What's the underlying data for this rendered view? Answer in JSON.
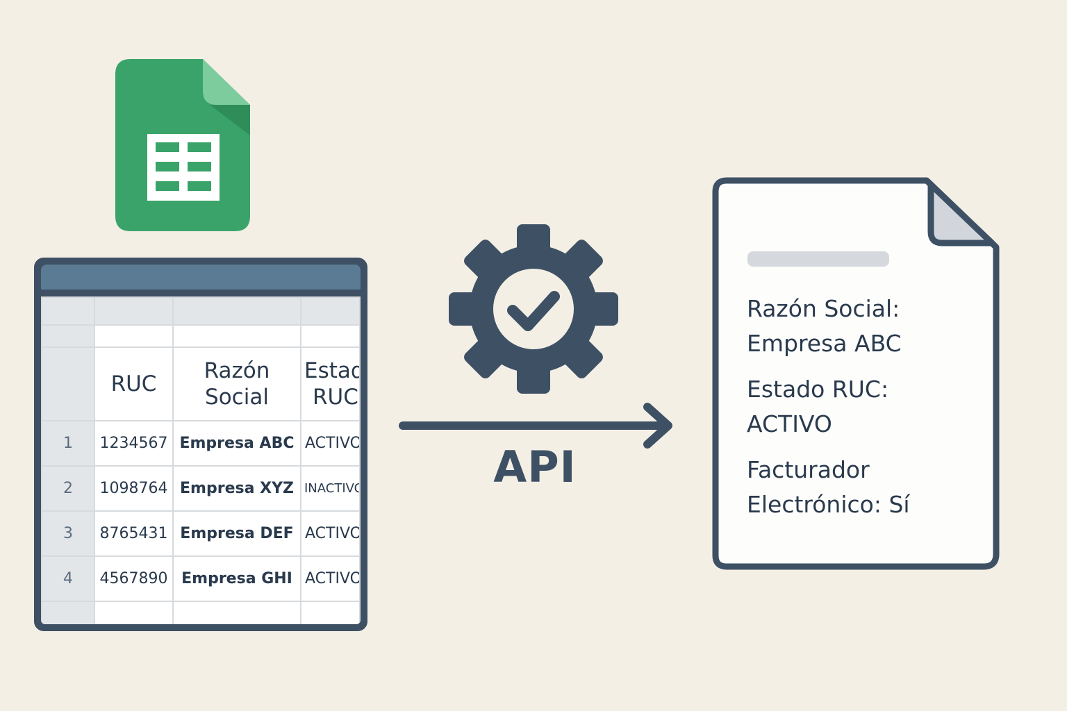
{
  "icons": {
    "sheets": "google-sheets-icon",
    "gear": "gear-check-icon",
    "arrow": "arrow-right-icon",
    "document": "document-icon"
  },
  "colors": {
    "background": "#f4efe5",
    "sheets_green": "#3aa36a",
    "sheets_fold_light": "#7ccc9e",
    "sheets_fold_dark": "#2e8a56",
    "slate": "#3d5064",
    "titlebar": "#5a7b93",
    "grid_header": "#e3e6e9",
    "text": "#2a3a4d"
  },
  "spreadsheet": {
    "headers": {
      "ruc": "RUC",
      "razon_line1": "Razón",
      "razon_line2": "Social",
      "estado_line1": "Estad",
      "estado_line2": "RUC"
    },
    "rows": [
      {
        "num": "1",
        "ruc": "1234567",
        "name": "Empresa ABC",
        "status": "ACTIVO"
      },
      {
        "num": "2",
        "ruc": "1098764",
        "name": "Empresa XYZ",
        "status": "INACTIVO"
      },
      {
        "num": "3",
        "ruc": "8765431",
        "name": "Empresa DEF",
        "status": "ACTIVO"
      },
      {
        "num": "4",
        "ruc": "4567890",
        "name": "Empresa GHI",
        "status": "ACTIVO"
      }
    ]
  },
  "api": {
    "label": "API"
  },
  "document": {
    "fields": [
      {
        "label": "Razón Social:",
        "value": "Empresa ABC"
      },
      {
        "label": "Estado RUC:",
        "value": "ACTIVO"
      },
      {
        "label": "Facturador",
        "value": "Electrónico: Sí"
      }
    ]
  }
}
